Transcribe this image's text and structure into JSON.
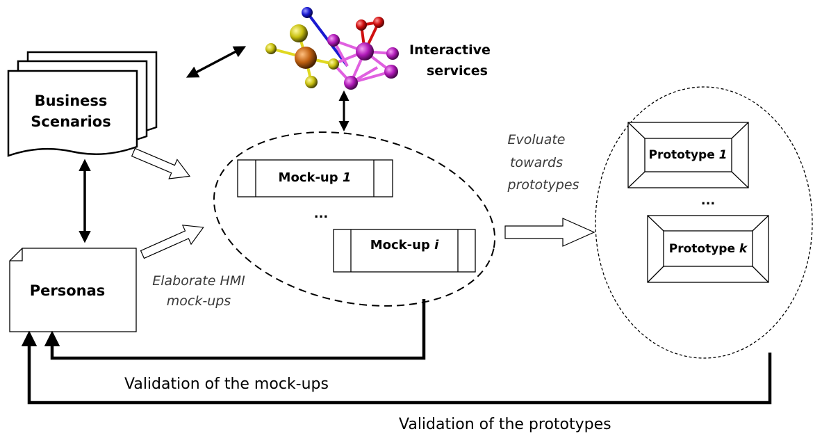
{
  "business_scenarios": {
    "line1": "Business",
    "line2": "Scenarios"
  },
  "personas": {
    "label": "Personas"
  },
  "interactive_services": {
    "line1": "Interactive",
    "line2": "services"
  },
  "mockups": {
    "first_text": "Mock-up ",
    "first_index": "1",
    "ellipsis": "...",
    "last_text": "Mock-up ",
    "last_index": "i"
  },
  "prototypes": {
    "first_text": "Prototype ",
    "first_index": "1",
    "ellipsis": "...",
    "last_text": "Prototype ",
    "last_index": "k"
  },
  "elaborate_label": {
    "line1": "Elaborate HMI",
    "line2": "mock-ups"
  },
  "evoluate_label": {
    "line1": "Evoluate",
    "line2": "towards",
    "line3": "prototypes"
  },
  "validation_mockups": "Validation of the mock-ups",
  "validation_prototypes": "Validation of the prototypes",
  "colors": {
    "node_purple": "#b01ab8",
    "node_red": "#d01010",
    "node_blue": "#1a1ad0",
    "node_yellow": "#c8c010",
    "node_orange": "#c86410",
    "edge_magenta": "#e060e0",
    "edge_yellow": "#e0d820"
  }
}
